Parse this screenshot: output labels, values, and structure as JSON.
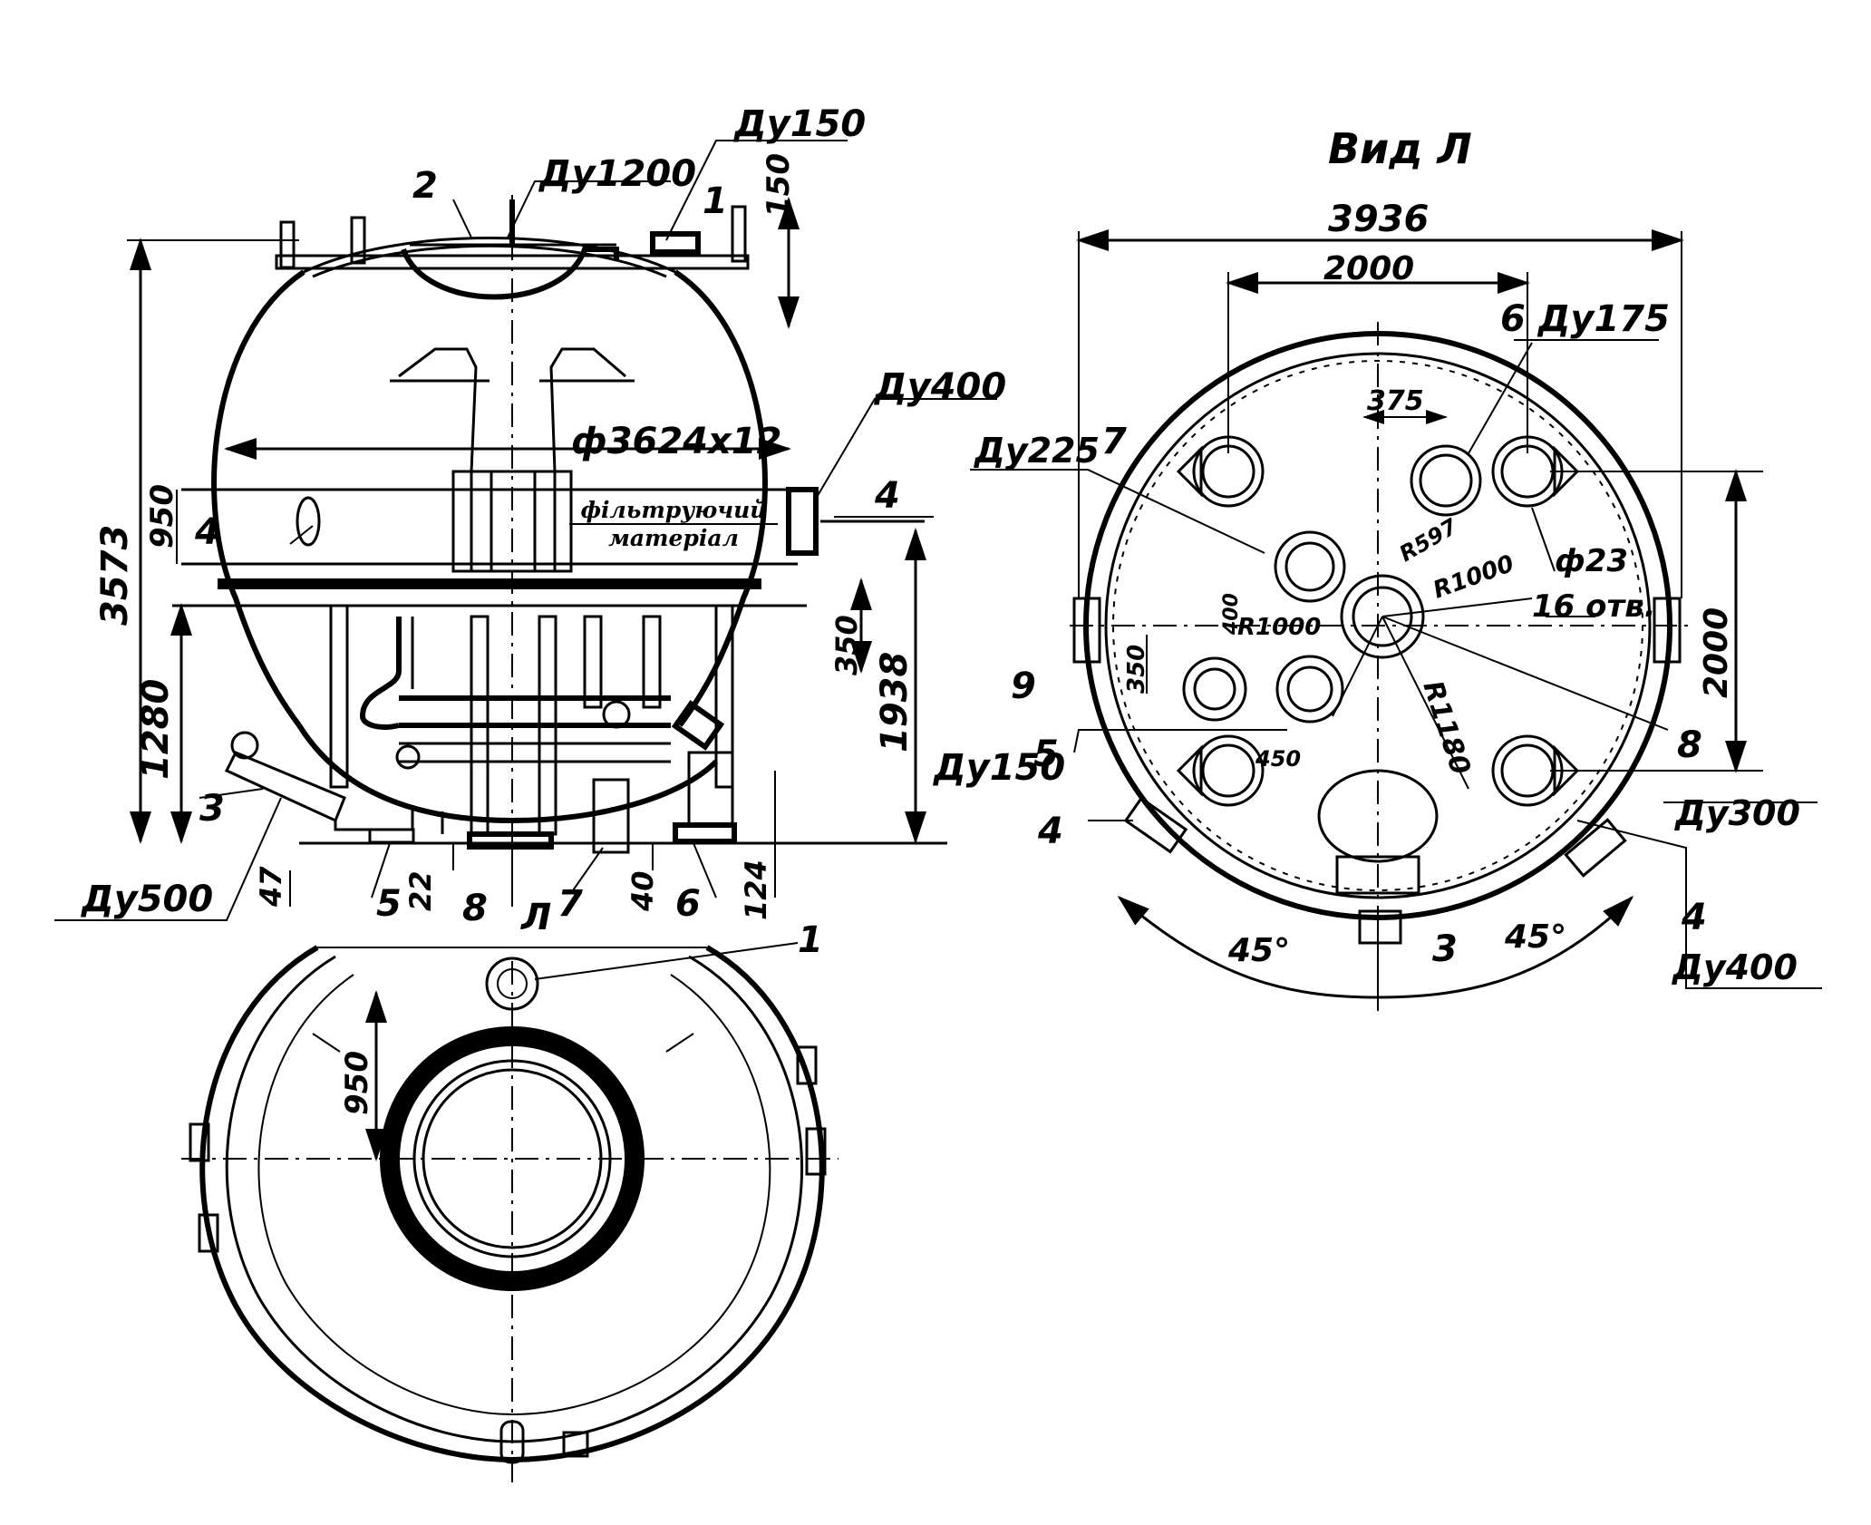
{
  "view_title": "Вид Л",
  "filter_label": {
    "line1": "фільтруючий",
    "line2": "матеріал"
  },
  "front": {
    "du150": "Ду150",
    "du1200": "Ду1200",
    "du400": "Ду400",
    "du500": "Ду500",
    "pos1": "1",
    "pos2": "2",
    "pos3": "3",
    "pos4a": "4",
    "pos4b": "4",
    "pos5": "5",
    "pos6": "6",
    "pos7": "7",
    "pos8": "8",
    "view_l": "Л",
    "d150": "150",
    "d3573": "3573",
    "d950": "950",
    "d1280": "1280",
    "d350": "350",
    "d1938": "1938",
    "d47": "47",
    "d22": "22",
    "d40": "40",
    "d124": "124",
    "shell": "ф3624х12"
  },
  "plan": {
    "pos1": "1",
    "d950": "950"
  },
  "view": {
    "d3936": "3936",
    "d2000top": "2000",
    "pos6du175": "6 Ду175",
    "d375": "375",
    "du225": "Ду225",
    "pos7": "7",
    "phi23": "ф23",
    "holes": "16 отв.",
    "d2000right": "2000",
    "pos9": "9",
    "d350": "350",
    "d400": "400",
    "r1000a": "R1000",
    "r1000b": "R1000",
    "r597": "R597",
    "r1180": "R1180",
    "d450": "450",
    "du150": "Ду150",
    "pos5": "5",
    "pos8": "8",
    "du300": "Ду300",
    "pos4a": "4",
    "pos4b": "4",
    "du400": "Ду400",
    "ang1": "45°",
    "ang2": "45°",
    "pos3": "3"
  }
}
